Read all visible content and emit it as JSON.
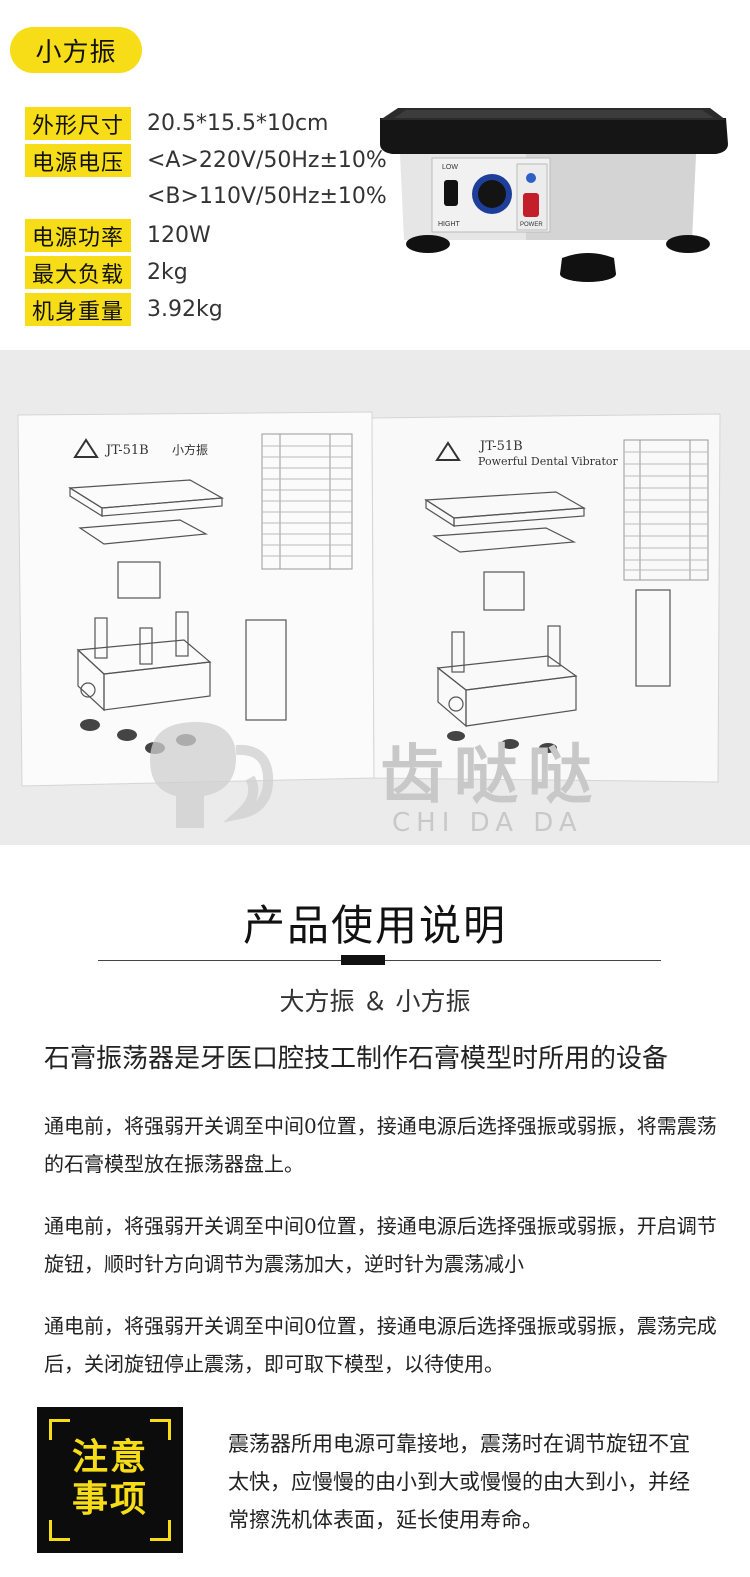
{
  "product_title": "小方振",
  "specs": [
    {
      "label": "外形尺寸",
      "value": "20.5*15.5*10cm"
    },
    {
      "label": "电源电压",
      "value": "<A>220V/50Hz±10%"
    },
    {
      "label": "",
      "value": "<B>110V/50Hz±10%"
    },
    {
      "label": "电源功率",
      "value": "120W"
    },
    {
      "label": "最大负载",
      "value": "2kg"
    },
    {
      "label": "机身重量",
      "value": "3.92kg"
    }
  ],
  "device": {
    "low": "LOW",
    "hight": "HIGHT",
    "power": "POWER"
  },
  "manual": {
    "left_model": "JT-51B",
    "left_name": "小方振",
    "right_model": "JT-51B",
    "right_name": "Powerful Dental Vibrator",
    "watermark_cn": "齿哒哒",
    "watermark_en": "CHI DA DA"
  },
  "section": {
    "title": "产品使用说明",
    "subtitle": "大方振 ＆ 小方振",
    "lead": "石膏振荡器是牙医口腔技工制作石膏模型时所用的设备",
    "paragraphs": [
      "通电前，将强弱开关调至中间0位置，接通电源后选择强振或弱振，将需震荡的石膏模型放在振荡器盘上。",
      "通电前，将强弱开关调至中间0位置，接通电源后选择强振或弱振，开启调节旋钮，顺时针方向调节为震荡加大，逆时针为震荡减小",
      "通电前，将强弱开关调至中间0位置，接通电源后选择强振或弱振，震荡完成后，关闭旋钮停止震荡，即可取下模型，以待使用。"
    ]
  },
  "notice": {
    "label_line1": "注意",
    "label_line2": "事项",
    "text": "震荡器所用电源可靠接地，震荡时在调节旋钮不宜太快，应慢慢的由小到大或慢慢的由大到小，并经常擦洗机体表面，延长使用寿命。"
  },
  "colors": {
    "accent": "#f6dd17",
    "dark": "#0c0c0c"
  }
}
